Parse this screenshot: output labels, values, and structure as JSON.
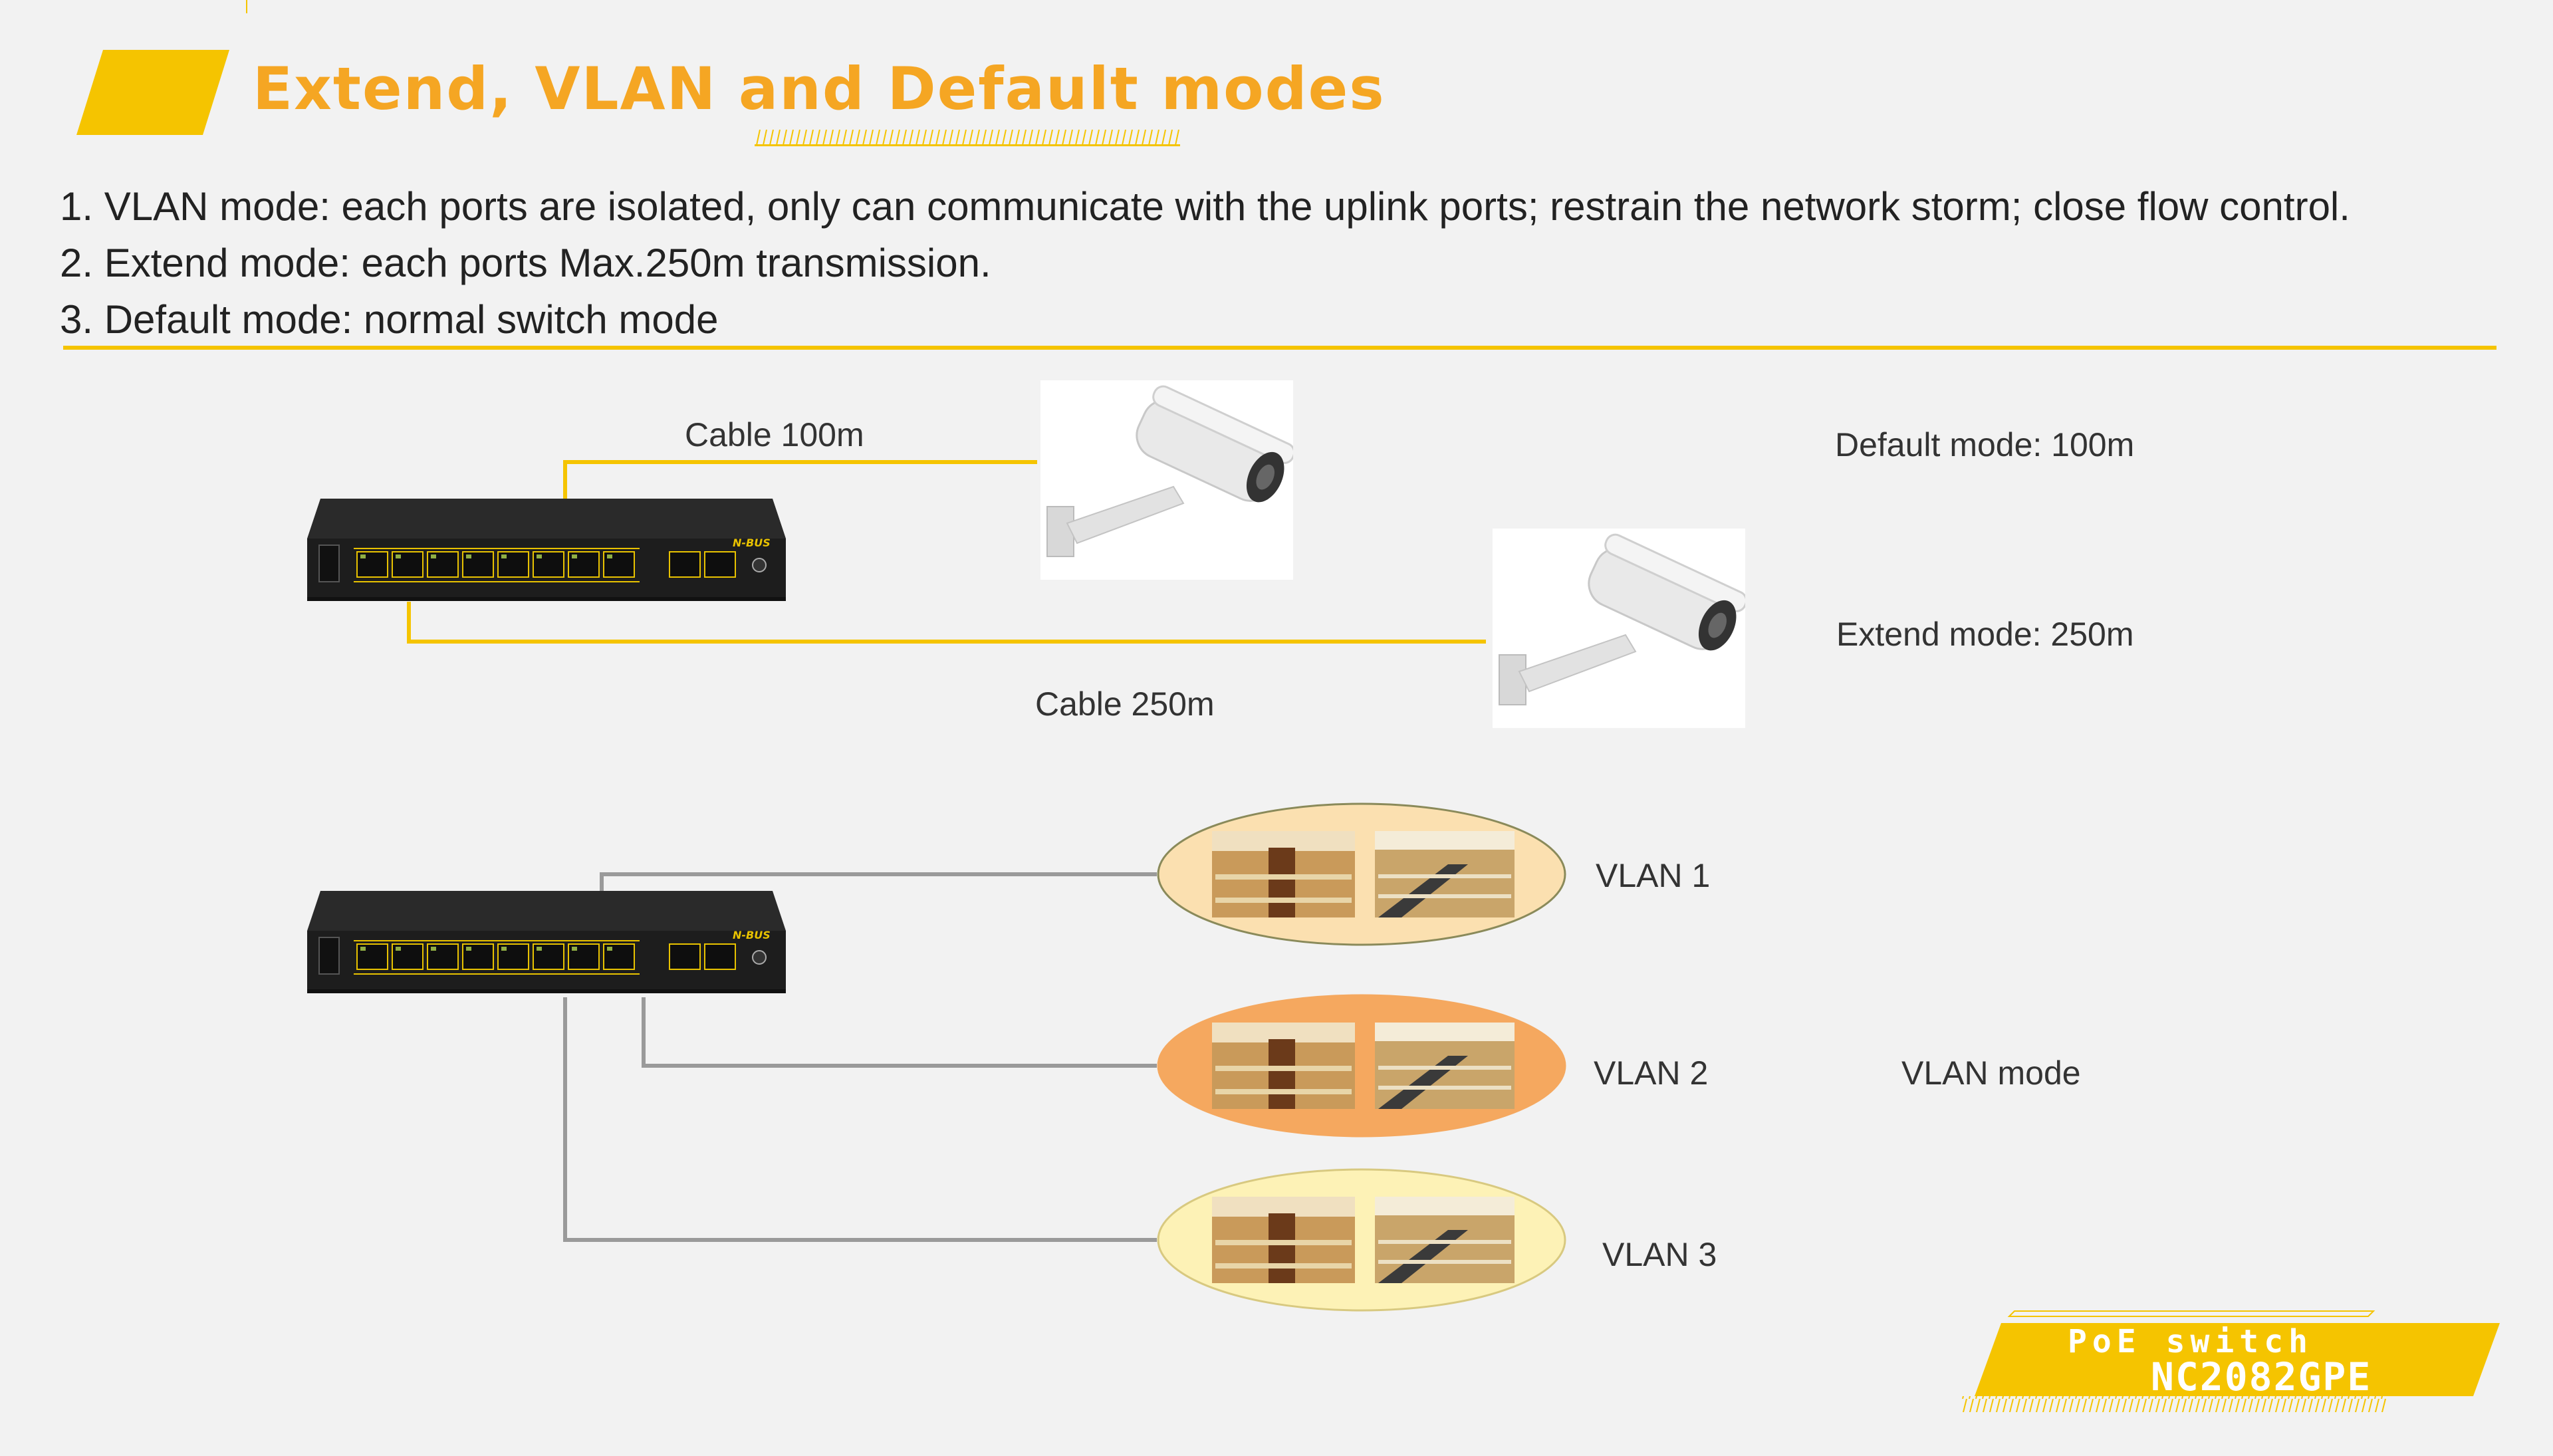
{
  "header": {
    "title": "Extend, VLAN and Default modes"
  },
  "points": [
    "1. VLAN mode: each ports are isolated, only can communicate with the uplink ports; restrain the network storm; close flow control.",
    "2. Extend mode: each ports Max.250m transmission.",
    "3. Default mode: normal switch mode"
  ],
  "diagram_top": {
    "cable_short": "Cable    100m",
    "cable_long": "Cable    250m",
    "default_mode": "Default mode: 100m",
    "extend_mode": "Extend mode: 250m",
    "switch_brand": "N-BUS"
  },
  "diagram_bottom": {
    "vlans": [
      {
        "label": "VLAN 1",
        "color": "#fbe0b0"
      },
      {
        "label": "VLAN 2",
        "color": "#f5a85f"
      },
      {
        "label": "VLAN 3",
        "color": "#fdf2b6"
      }
    ],
    "mode_label": "VLAN mode"
  },
  "badge": {
    "line1": "PoE switch",
    "line2": "NC2082GPE"
  },
  "colors": {
    "accent": "#f5c400",
    "title": "#f5a623",
    "wire_yellow": "#f5c400",
    "wire_gray": "#9a9a9a",
    "switch_body": "#1d1d1d"
  }
}
